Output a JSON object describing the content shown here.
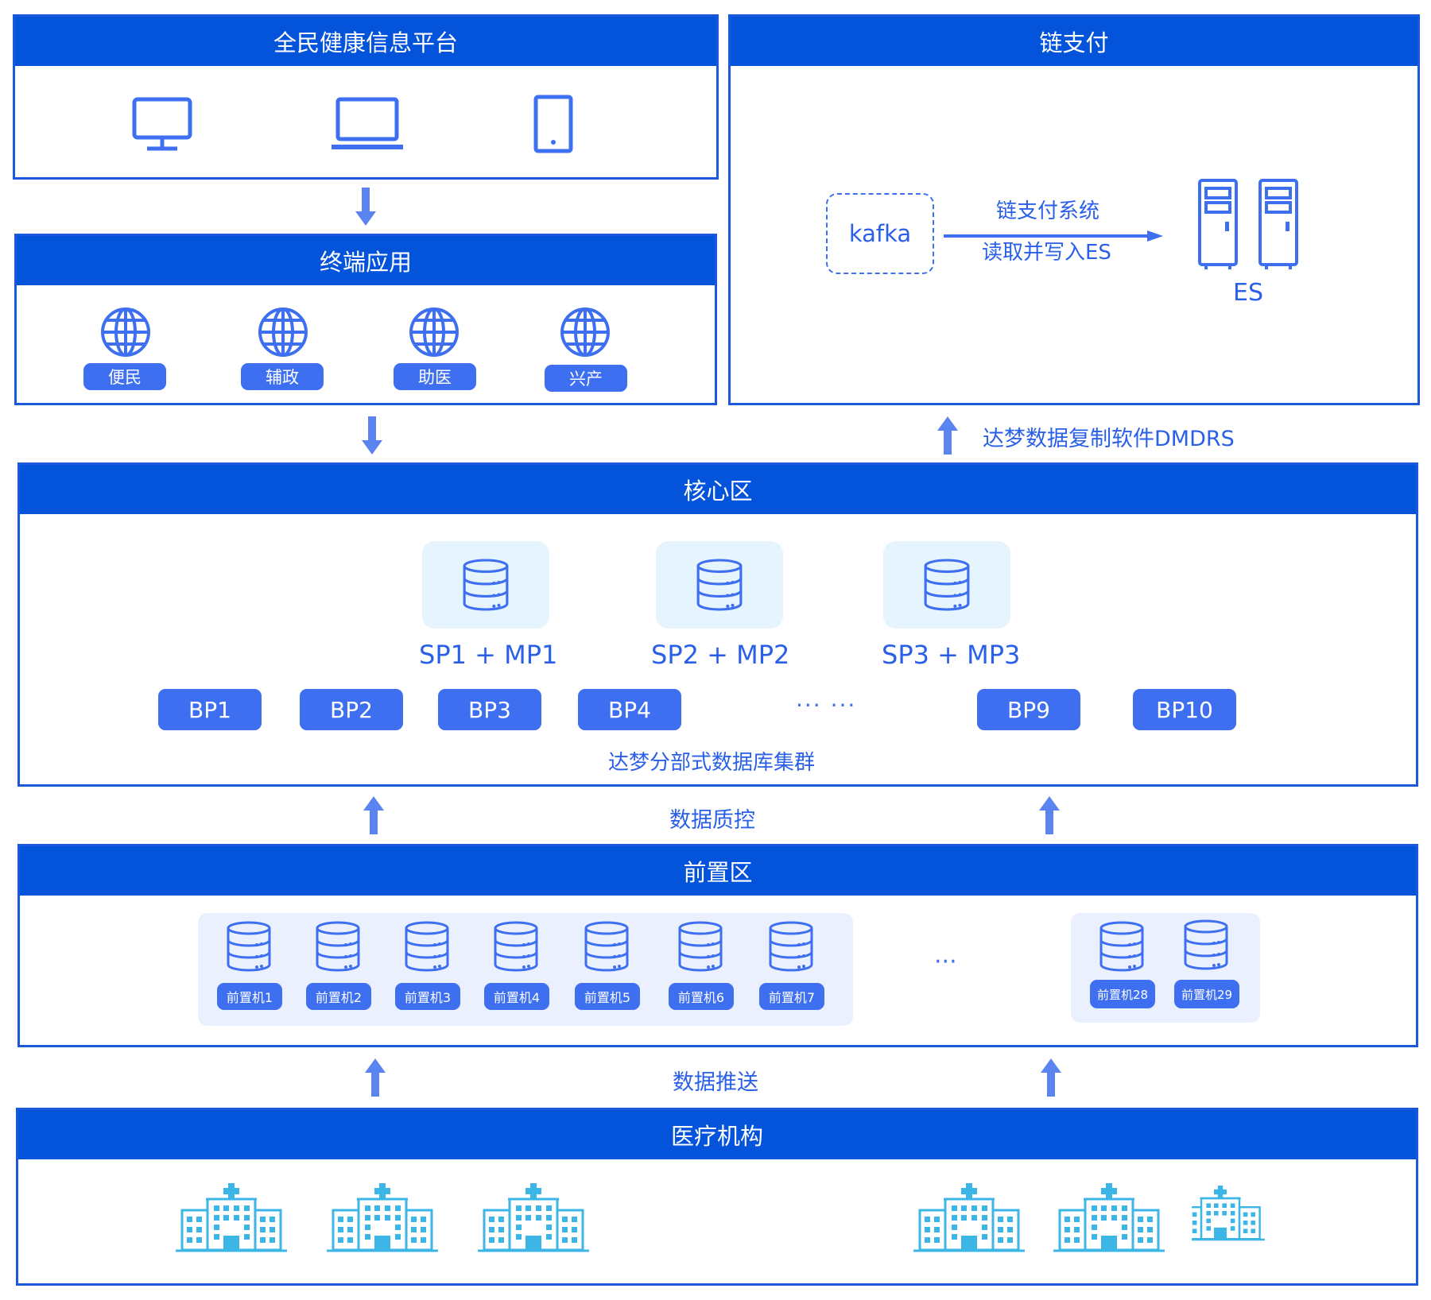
{
  "platform": {
    "title": "全民健康信息平台",
    "devices": [
      "monitor-icon",
      "laptop-icon",
      "tablet-icon"
    ]
  },
  "terminal": {
    "title": "终端应用",
    "apps": [
      "便民",
      "辅政",
      "助医",
      "兴产"
    ]
  },
  "chainpay": {
    "title": "链支付",
    "source": "kafka",
    "flow_line1": "链支付系统",
    "flow_line2": "读取并写入ES",
    "target": "ES"
  },
  "replication_label": "达梦数据复制软件DMDRS",
  "core": {
    "title": "核心区",
    "sp_nodes": [
      "SP1 + MP1",
      "SP2 + MP2",
      "SP3 + MP3"
    ],
    "bp_nodes": [
      "BP1",
      "BP2",
      "BP3",
      "BP4",
      "BP9",
      "BP10"
    ],
    "ellipsis": "··· ···",
    "cluster_label": "达梦分部式数据库集群"
  },
  "quality_label": "数据质控",
  "front": {
    "title": "前置区",
    "machines_group1": [
      "前置机1",
      "前置机2",
      "前置机3",
      "前置机4",
      "前置机5",
      "前置机6",
      "前置机7"
    ],
    "ellipsis": "···",
    "machines_group2": [
      "前置机28",
      "前置机29"
    ]
  },
  "push_label": "数据推送",
  "medical": {
    "title": "医疗机构",
    "icons": [
      "hospital-icon"
    ]
  },
  "colors": {
    "primary": "#0453db",
    "accent": "#3d6ff0",
    "light": "#e6f4fd",
    "cyan": "#3bb6e6"
  }
}
